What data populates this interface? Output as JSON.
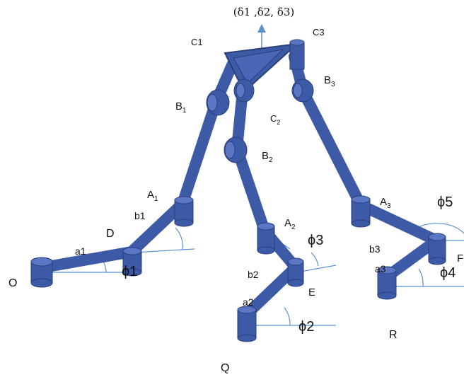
{
  "title": "(δ1 ,δ2, δ3)",
  "colors": {
    "link": "#3d5aa6",
    "link_dark": "#2a3f7a",
    "joint_top": "#5a76c4",
    "angle_line": "#5b8fd0",
    "text": "#111111"
  },
  "labels": {
    "c1": "C1",
    "c2": "C",
    "c2_sub": "2",
    "c3": "C3",
    "b1": "B",
    "b1_sub": "1",
    "b2": "B",
    "b2_sub": "2",
    "b3": "B",
    "b3_sub": "3",
    "a1_joint": "A",
    "a1_joint_sub": "1",
    "a2_joint": "A",
    "a2_joint_sub": "2",
    "a3_joint": "A",
    "a3_joint_sub": "3",
    "b1_link": "b1",
    "b2_link": "b2",
    "b3_link": "b3",
    "a1_link": "a1",
    "a2_link": "a2",
    "a3_link": "a3",
    "d": "D",
    "e": "E",
    "f": "F",
    "o": "O",
    "q": "Q",
    "r": "R",
    "phi1": "ϕ1",
    "phi2": "ϕ2",
    "phi3": "ϕ3",
    "phi4": "ϕ4",
    "phi5": "ϕ5"
  }
}
